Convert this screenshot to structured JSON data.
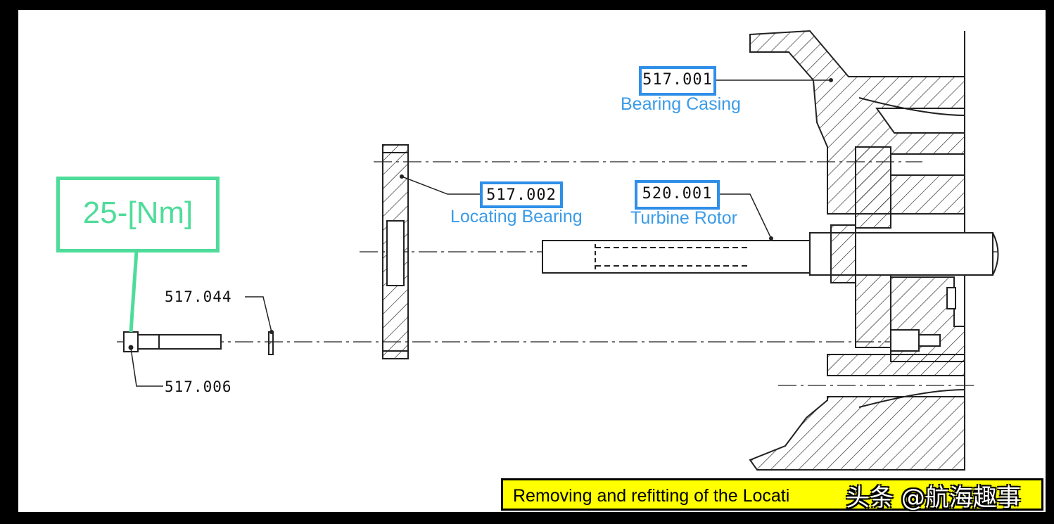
{
  "labels": {
    "bearing_casing": {
      "number": "517.001",
      "name": "Bearing Casing"
    },
    "locating_bearing": {
      "number": "517.002",
      "name": "Locating Bearing"
    },
    "turbine_rotor": {
      "number": "520.001",
      "name": "Turbine Rotor"
    },
    "part_044": {
      "number": "517.044"
    },
    "part_006": {
      "number": "517.006"
    }
  },
  "torque": {
    "value": "25-[Nm]",
    "color": "#4fdc9a"
  },
  "banner": {
    "text": "Removing and refitting of the Locating Bearing",
    "visible_text": "Removing and refitting of the Locati"
  },
  "watermark": {
    "text": "头条 @航海趣事"
  },
  "colors": {
    "callout_border": "#2f8fe8",
    "caption": "#3a9be8",
    "banner_bg": "#ffff00"
  }
}
